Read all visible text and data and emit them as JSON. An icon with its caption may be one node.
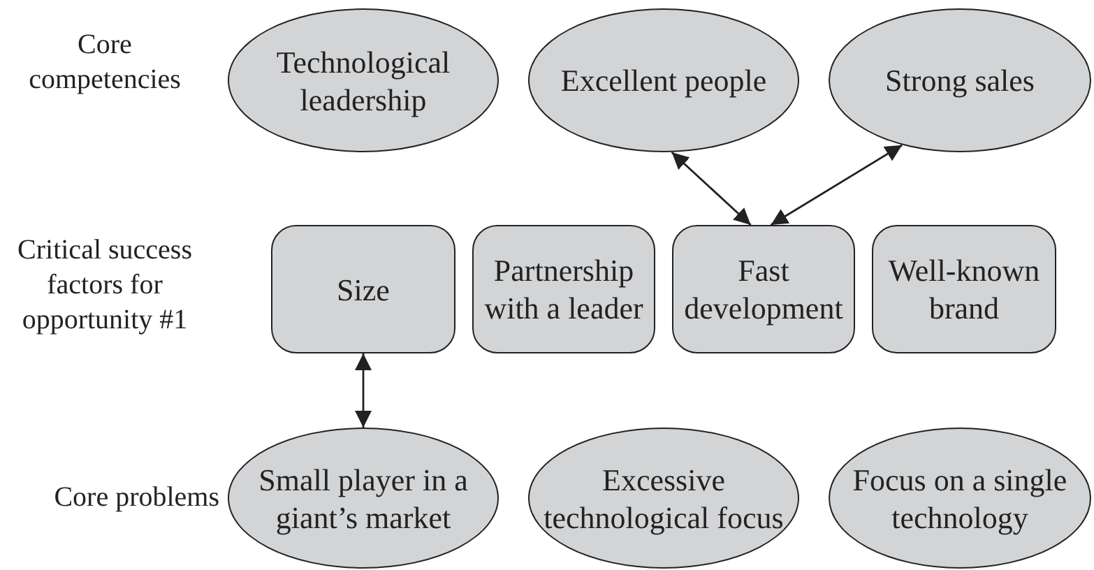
{
  "diagram": {
    "nodes": [
      {
        "text": [
          "Technological leadership"
        ]
      },
      {
        "text": [
          "Excellent people"
        ]
      },
      {
        "text": [
          "Strong sales"
        ]
      },
      {
        "text": [
          "Size"
        ]
      },
      {
        "text": [
          "Partnership with a leader"
        ]
      },
      {
        "text": [
          "Fast development"
        ]
      },
      {
        "text": [
          "Well-known brand"
        ]
      },
      {
        "text": [
          "Small player in a giant’s market"
        ]
      },
      {
        "text": [
          "Excessive technological focus"
        ]
      },
      {
        "text": [
          "Focus on a single technology"
        ]
      }
    ],
    "edges": [
      {
        "from": 1,
        "to": 5,
        "arrow": "both"
      },
      {
        "from": 2,
        "to": 5,
        "arrow": "both"
      },
      {
        "from": 3,
        "to": 7,
        "arrow": "both"
      }
    ],
    "labels": [
      "Core competencies",
      "Critical success factors for opportunity #1",
      "Core problems"
    ]
  }
}
